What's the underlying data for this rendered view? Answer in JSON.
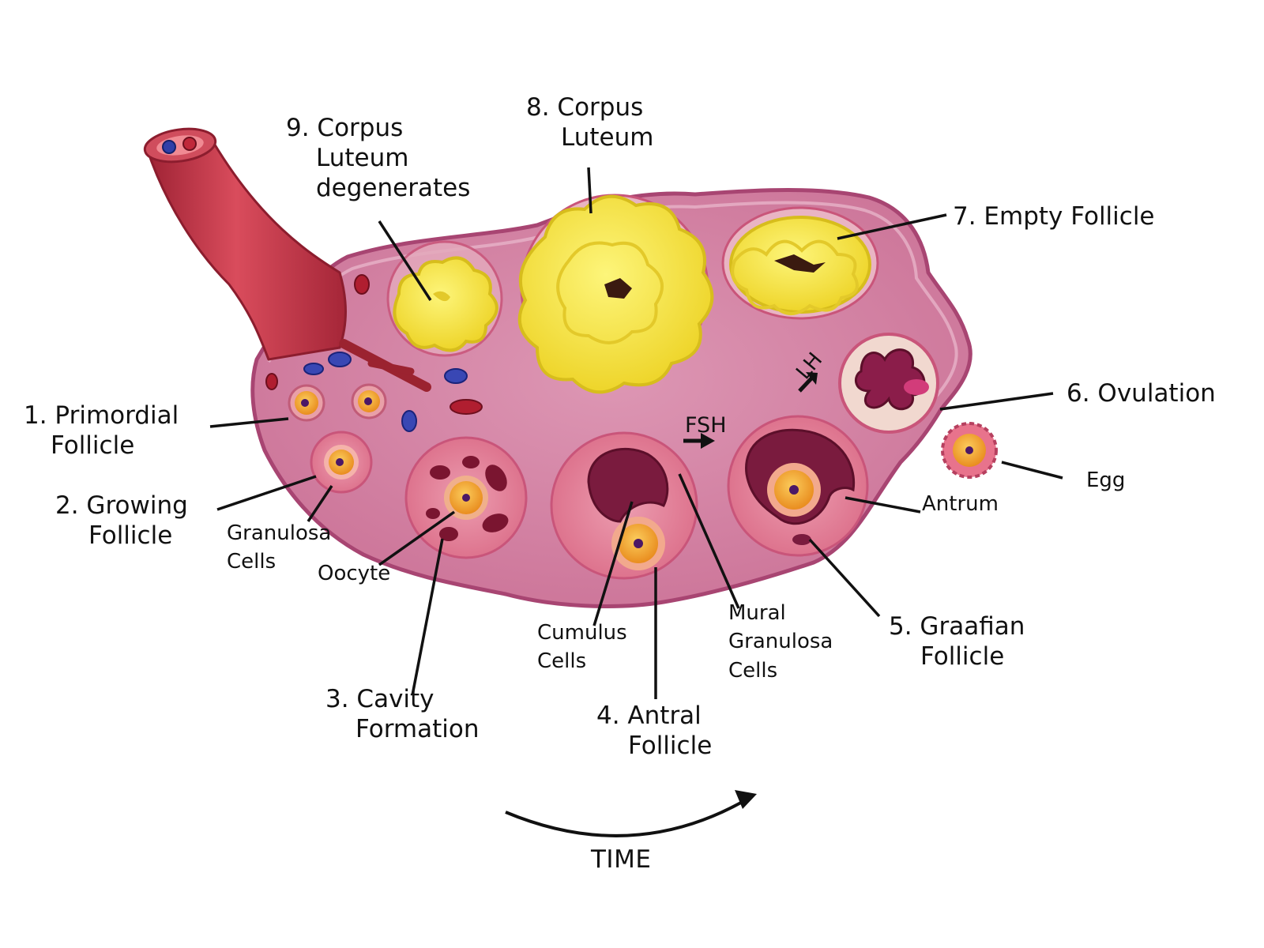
{
  "colors": {
    "tissue": "#d88aa9",
    "tissue_edge": "#b04f78",
    "vessel": "#c5384a",
    "follicle_outer": "#e58aa0",
    "oocyte": "#f3a535",
    "nucleus": "#5b1a6a",
    "antrum": "#7a1b3e",
    "luteum": "#f7e94a",
    "leader_line": "#111111"
  },
  "icons": [
    "blood-vessel-icon",
    "arrow-icon",
    "curved-arrow-icon"
  ],
  "labels": {
    "primordial": [
      "1. Primordial",
      "Follicle"
    ],
    "growing": [
      "2. Growing",
      "Follicle"
    ],
    "granulosa": [
      "Granulosa",
      "Cells"
    ],
    "oocyte": "Oocyte",
    "cavity": [
      "3. Cavity",
      "Formation"
    ],
    "antral": [
      "4. Antral",
      "Follicle"
    ],
    "cumulus": [
      "Cumulus",
      "Cells"
    ],
    "mural": [
      "Mural",
      "Granulosa",
      "Cells"
    ],
    "graafian": [
      "5. Graafian",
      "Follicle"
    ],
    "antrum": "Antrum",
    "ovulation": "6. Ovulation",
    "egg": "Egg",
    "empty": "7. Empty Follicle",
    "cl8": [
      "8. Corpus",
      "Luteum"
    ],
    "cl9": [
      "9. Corpus",
      "Luteum",
      "degenerates"
    ],
    "fsh": "FSH",
    "lh": "LH",
    "time": "TIME"
  }
}
